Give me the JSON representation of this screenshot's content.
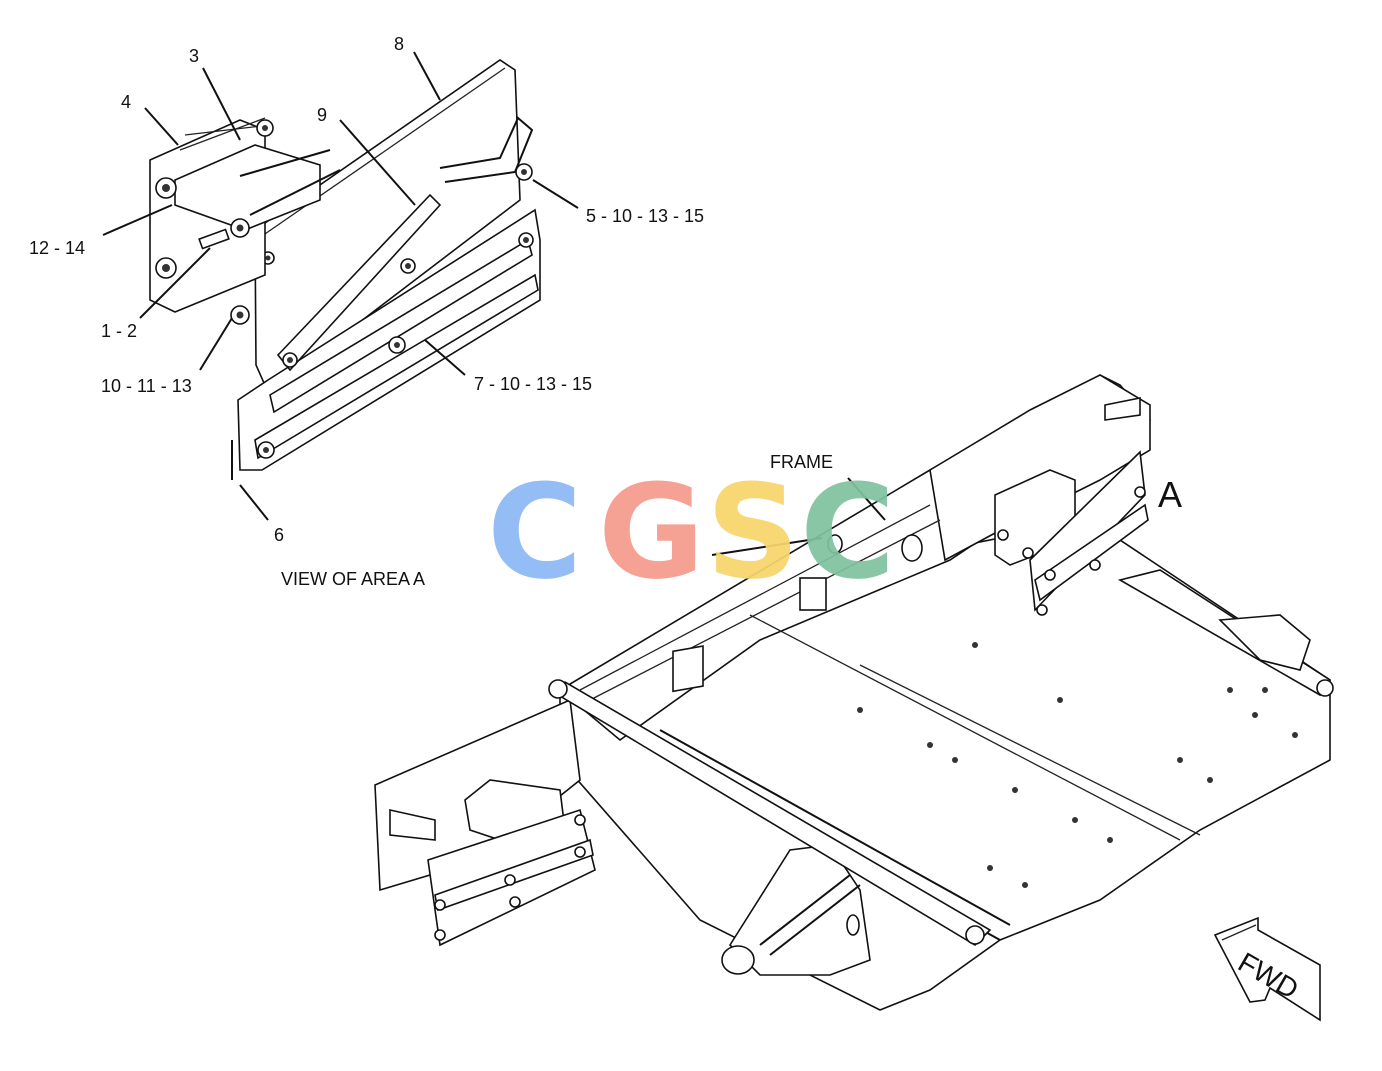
{
  "callouts": {
    "c3": "3",
    "c4": "4",
    "c8": "8",
    "c9": "9",
    "c12_14": "12 - 14",
    "c1_2": "1 - 2",
    "c10_11_13": "10 - 11 - 13",
    "c5_10_13_15": "5 - 10 - 13 - 15",
    "c7_10_13_15": "7 - 10 - 13 - 15",
    "c6": "6"
  },
  "view_caption": "VIEW OF AREA A",
  "frame_label": "FRAME",
  "area_marker": "A",
  "fwd_arrow_label": "FWD",
  "watermark": {
    "letters": [
      "C",
      "G",
      "S",
      "C"
    ],
    "colors": [
      "#8cb8f5",
      "#f59a8c",
      "#f7d66b",
      "#7fc2a0"
    ]
  }
}
